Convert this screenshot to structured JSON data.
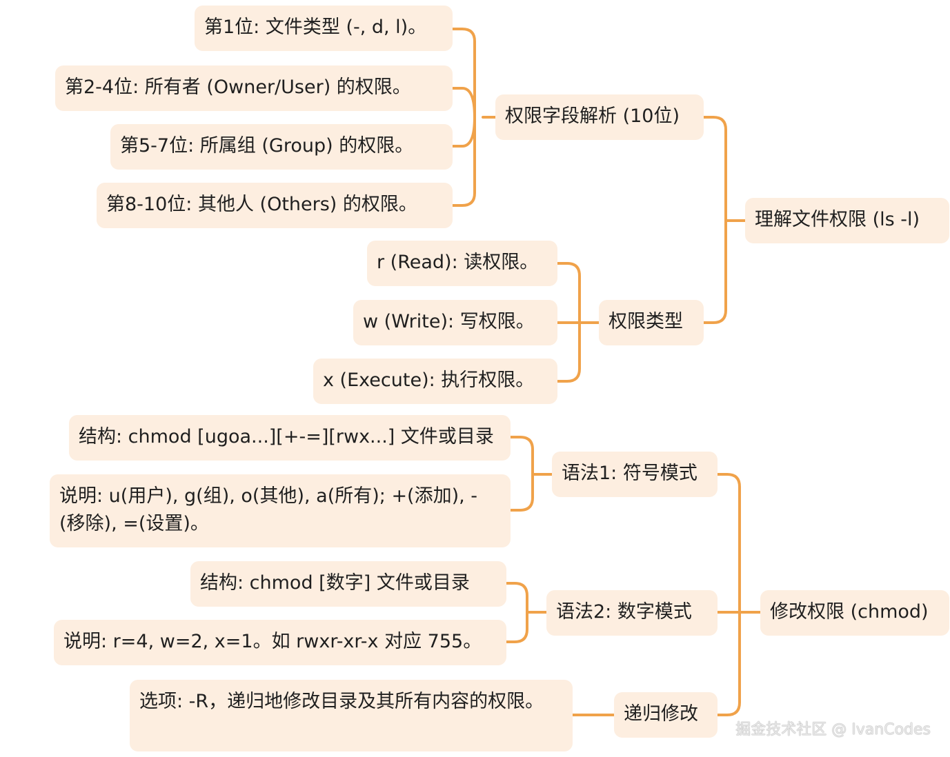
{
  "colors": {
    "connector": "#f0a24a",
    "node_fill": "#fdeee0",
    "text": "#1f1f1f"
  },
  "roots": {
    "understand": "理解文件权限 (ls -l)",
    "modify": "修改权限 (chmod)"
  },
  "branches": {
    "field_parse": "权限字段解析 (10位)",
    "perm_types": "权限类型",
    "syntax_symbolic": "语法1: 符号模式",
    "syntax_numeric": "语法2: 数字模式",
    "recursive": "递归修改"
  },
  "leaves": {
    "bit1": "第1位: 文件类型 (-, d, l)。",
    "bit2_4": "第2-4位: 所有者 (Owner/User) 的权限。",
    "bit5_7": "第5-7位: 所属组 (Group) 的权限。",
    "bit8_10": "第8-10位: 其他人 (Others) 的权限。",
    "read": "r (Read): 读权限。",
    "write": "w (Write): 写权限。",
    "execute": "x (Execute): 执行权限。",
    "sym_struct": "结构: chmod [ugoa...][+-=][rwx...] 文件或目录",
    "sym_desc": "说明: u(用户), g(组), o(其他), a(所有); +(添加), -(移除), =(设置)。",
    "num_struct": "结构: chmod [数字] 文件或目录",
    "num_desc": "说明: r=4, w=2, x=1。如 rwxr-xr-x 对应 755。",
    "rec_option": "选项: -R，递归地修改目录及其所有内容的权限。"
  },
  "watermark": "掘金技术社区 @ IvanCodes"
}
